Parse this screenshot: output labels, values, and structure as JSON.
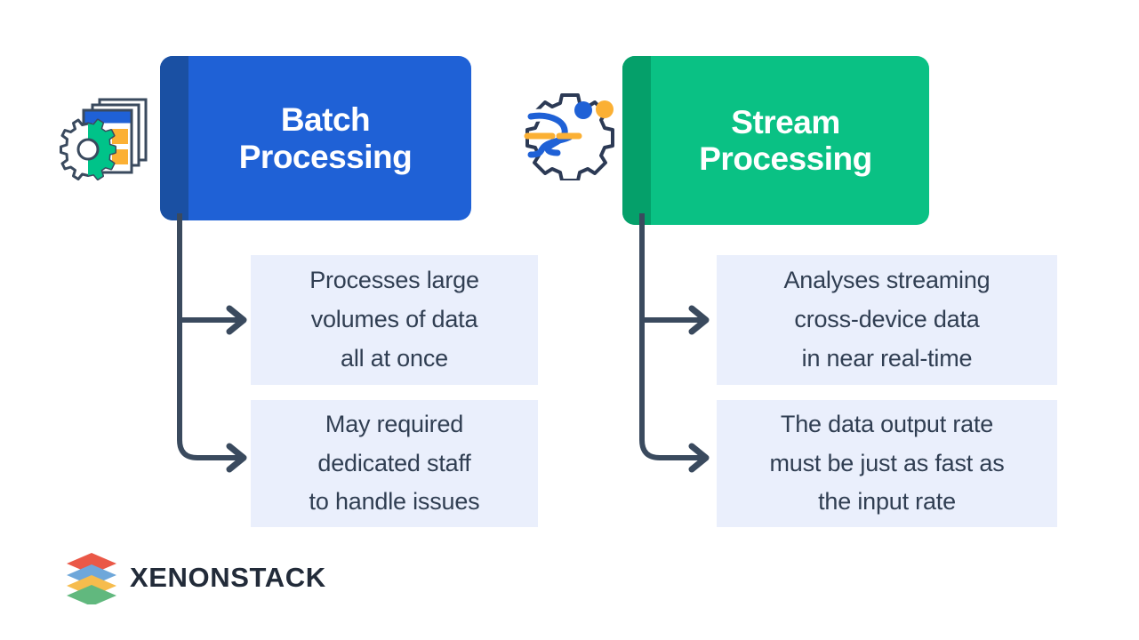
{
  "theme": {
    "background": "#ffffff",
    "batch_color": "#1f61d6",
    "batch_accent": "#1a50a3",
    "stream_color": "#0ac184",
    "stream_accent": "#05a06a",
    "info_box_bg": "#eaeffc",
    "info_text_color": "#303e52",
    "connector_color": "#3a4a5e",
    "logo_text_color": "#222b39"
  },
  "columns": [
    {
      "id": "batch",
      "icon_name": "batch-processing-icon",
      "title": "Batch\nProcessing",
      "boxes": [
        {
          "text": "Processes large\nvolumes of data\nall at once"
        },
        {
          "text": "May required\ndedicated staff\nto handle issues"
        }
      ]
    },
    {
      "id": "stream",
      "icon_name": "stream-processing-icon",
      "title": "Stream\nProcessing",
      "boxes": [
        {
          "text": "Analyses streaming\ncross-device data\nin near real-time"
        },
        {
          "text": "The data output rate\nmust be just as fast as\nthe input rate"
        }
      ]
    }
  ],
  "logo": {
    "name": "xenonstack-logo",
    "text": "XENONSTACK",
    "layer_colors": [
      "#e8422e",
      "#5b9bd5",
      "#f5b335",
      "#4caf6d"
    ]
  }
}
